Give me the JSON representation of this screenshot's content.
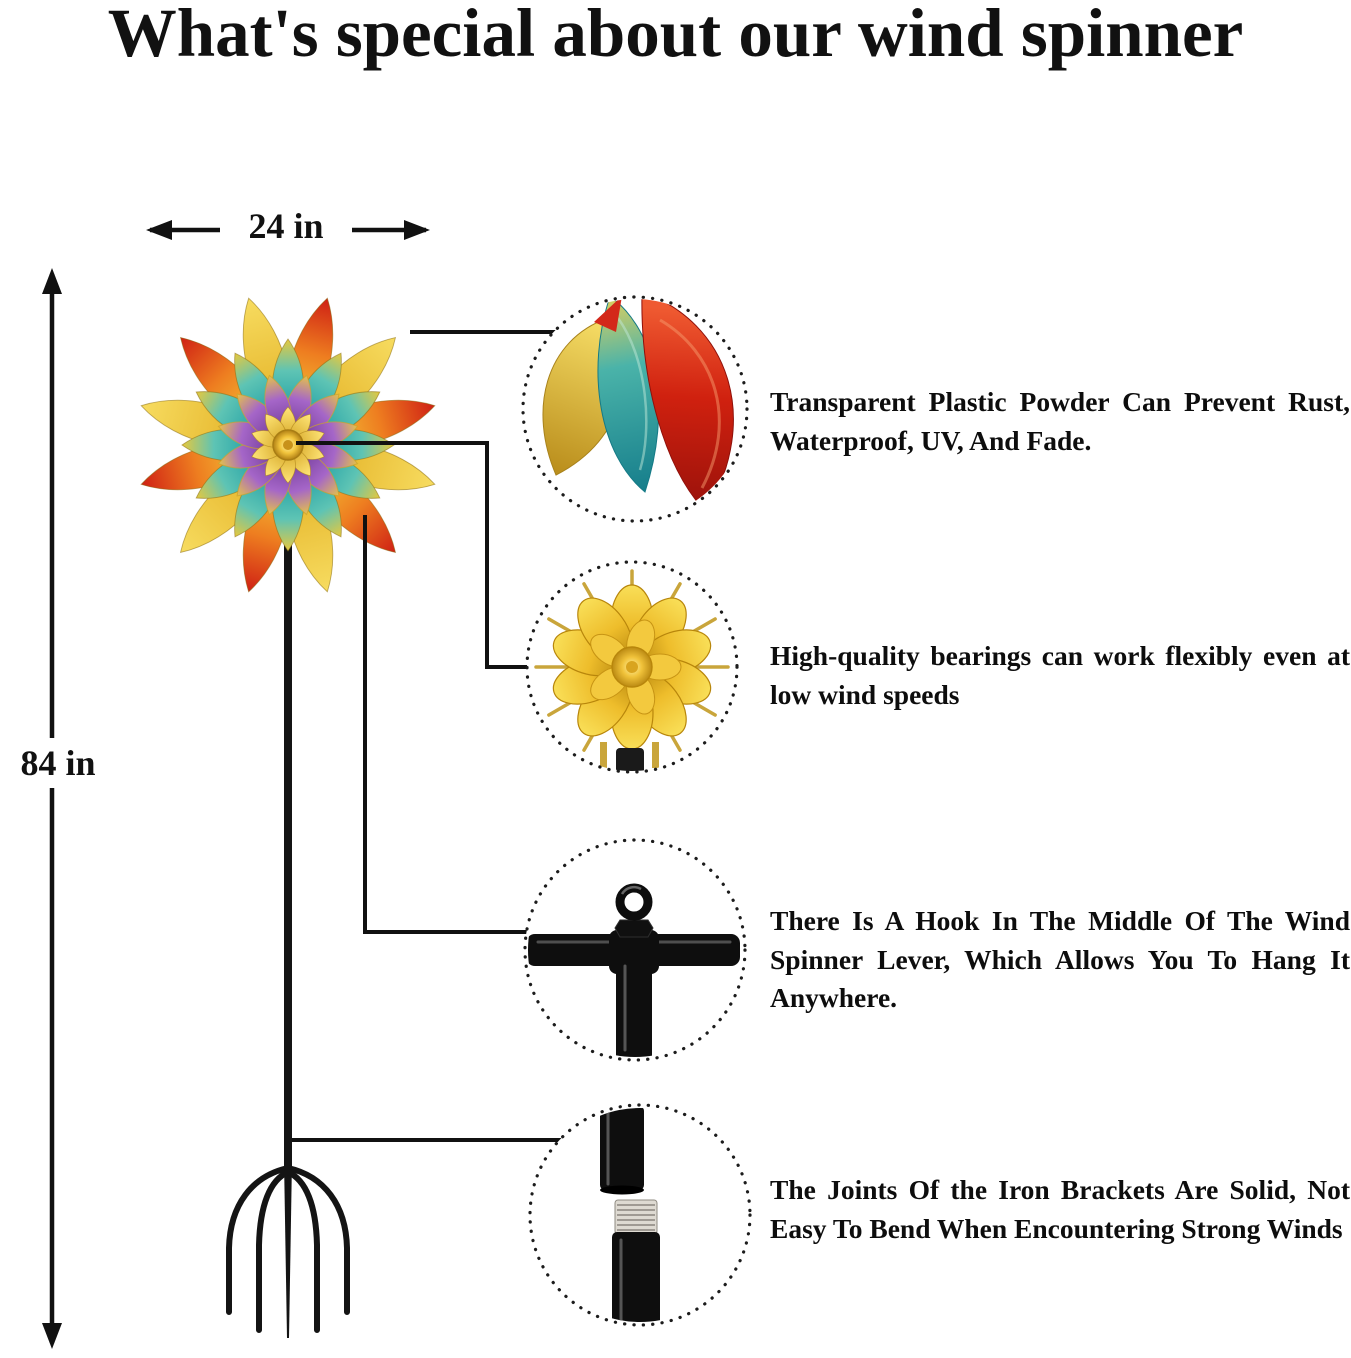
{
  "title": "What's special about our wind spinner",
  "dimensions": {
    "width": "24  in",
    "height": "84  in"
  },
  "callouts": [
    {
      "id": "coating",
      "icon": "spinner-petals-closeup",
      "text": "Transparent Plastic Powder Can Prevent Rust, Waterproof, UV, And Fade."
    },
    {
      "id": "bearings",
      "icon": "bearing-flower-closeup",
      "text": "High-quality bearings can work flexibly even at low wind speeds"
    },
    {
      "id": "hook",
      "icon": "hook-joint-closeup",
      "text": "There Is A Hook In The Middle Of The Wind Spinner Lever, Which Allows You To Hang It Anywhere."
    },
    {
      "id": "joints",
      "icon": "pole-joint-closeup",
      "text": "The Joints Of the Iron Brackets Are Solid, Not Easy To Bend When Encountering Strong Winds"
    }
  ],
  "colors": {
    "petal_red": "#cf2014",
    "petal_gold": "#e8bb33",
    "petal_teal": "#1f9ea6",
    "petal_purple": "#7c3f9b",
    "pole_black": "#141414",
    "text": "#0d0d0d"
  }
}
